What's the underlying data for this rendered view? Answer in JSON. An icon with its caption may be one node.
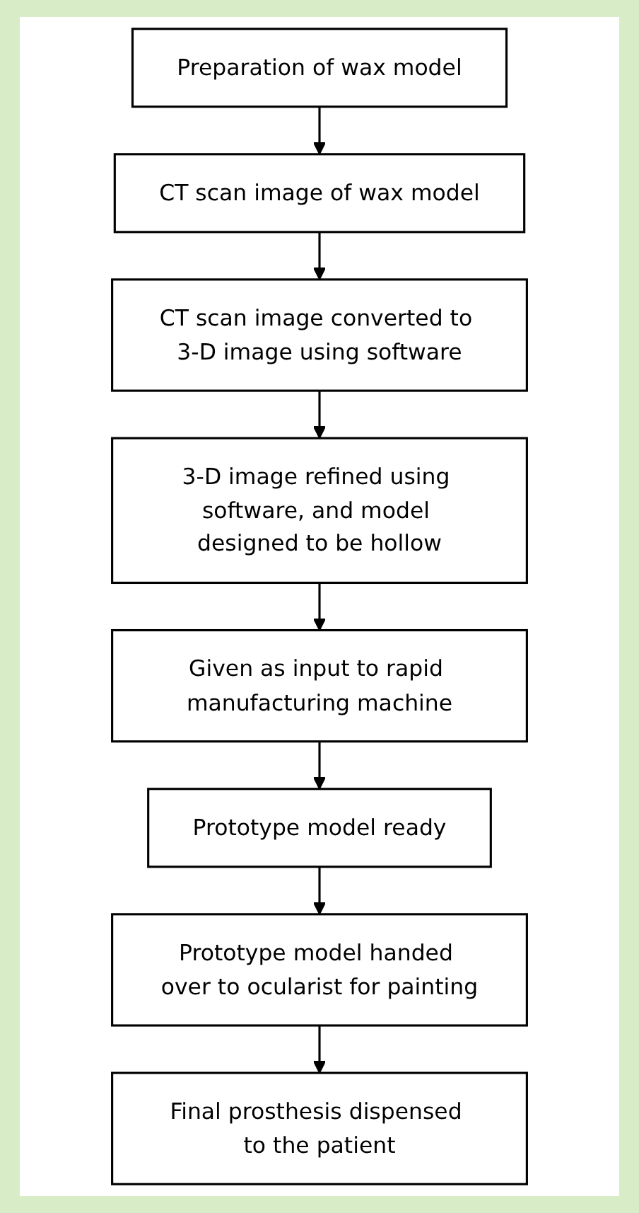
{
  "diagram": {
    "nodes": [
      {
        "text": [
          "Preparation of wax model"
        ]
      },
      {
        "text": [
          "CT scan image of wax model"
        ]
      },
      {
        "text": [
          "CT scan image converted to 3-D image using software"
        ]
      },
      {
        "text": [
          "3-D image refined using software, and model designed to be hollow"
        ]
      },
      {
        "text": [
          "Given as input to rapid manufacturing machine"
        ]
      },
      {
        "text": [
          "Prototype model ready"
        ]
      },
      {
        "text": [
          "Prototype model handed over to ocularist for painting"
        ]
      },
      {
        "text": [
          "Final prosthesis dispensed to the patient"
        ]
      }
    ],
    "edges": [
      {
        "from": 0,
        "to": 1,
        "arrow": "to"
      },
      {
        "from": 1,
        "to": 2,
        "arrow": "to"
      },
      {
        "from": 2,
        "to": 3,
        "arrow": "to"
      },
      {
        "from": 3,
        "to": 4,
        "arrow": "to"
      },
      {
        "from": 4,
        "to": 5,
        "arrow": "to"
      },
      {
        "from": 5,
        "to": 6,
        "arrow": "to"
      },
      {
        "from": 6,
        "to": 7,
        "arrow": "to"
      }
    ]
  }
}
